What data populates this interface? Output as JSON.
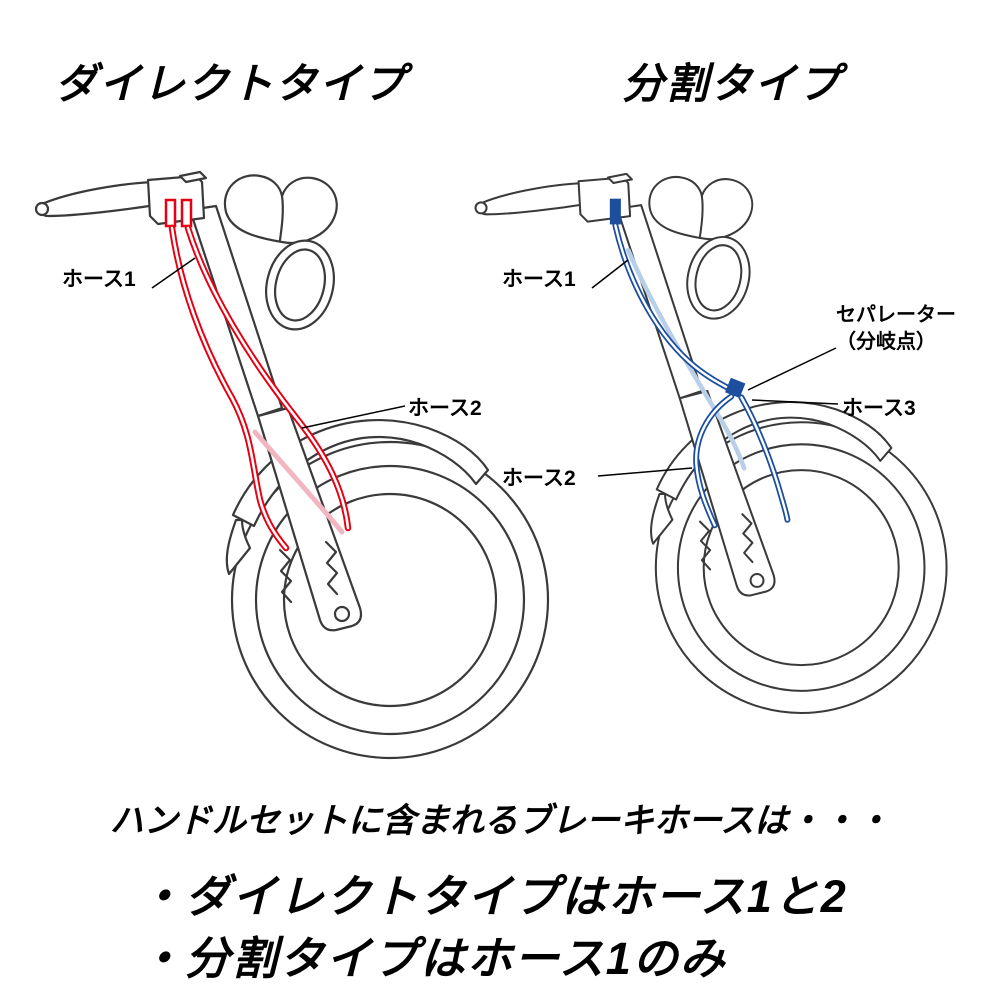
{
  "titles": {
    "left": "ダイレクトタイプ",
    "right": "分割タイプ"
  },
  "labels": {
    "left": {
      "hose1": "ホース1",
      "hose2": "ホース2"
    },
    "right": {
      "hose1": "ホース1",
      "hose2": "ホース2",
      "hose3": "ホース3",
      "separator1": "セパレーター",
      "separator2": "（分岐点）"
    }
  },
  "footer": {
    "line1": "ハンドルセットに含まれるブレーキホースは・・・",
    "line2": "・ダイレクトタイプはホース1と2",
    "line3": "・分割タイプはホース1のみ"
  },
  "colors": {
    "direct_hose": "#e60012",
    "split_hose": "#1d4f9e",
    "direct_hose_faint": "#f2b6c0",
    "split_hose_faint": "#b9cfe9",
    "line_art": "#3a3a3a",
    "leader": "#000000"
  }
}
